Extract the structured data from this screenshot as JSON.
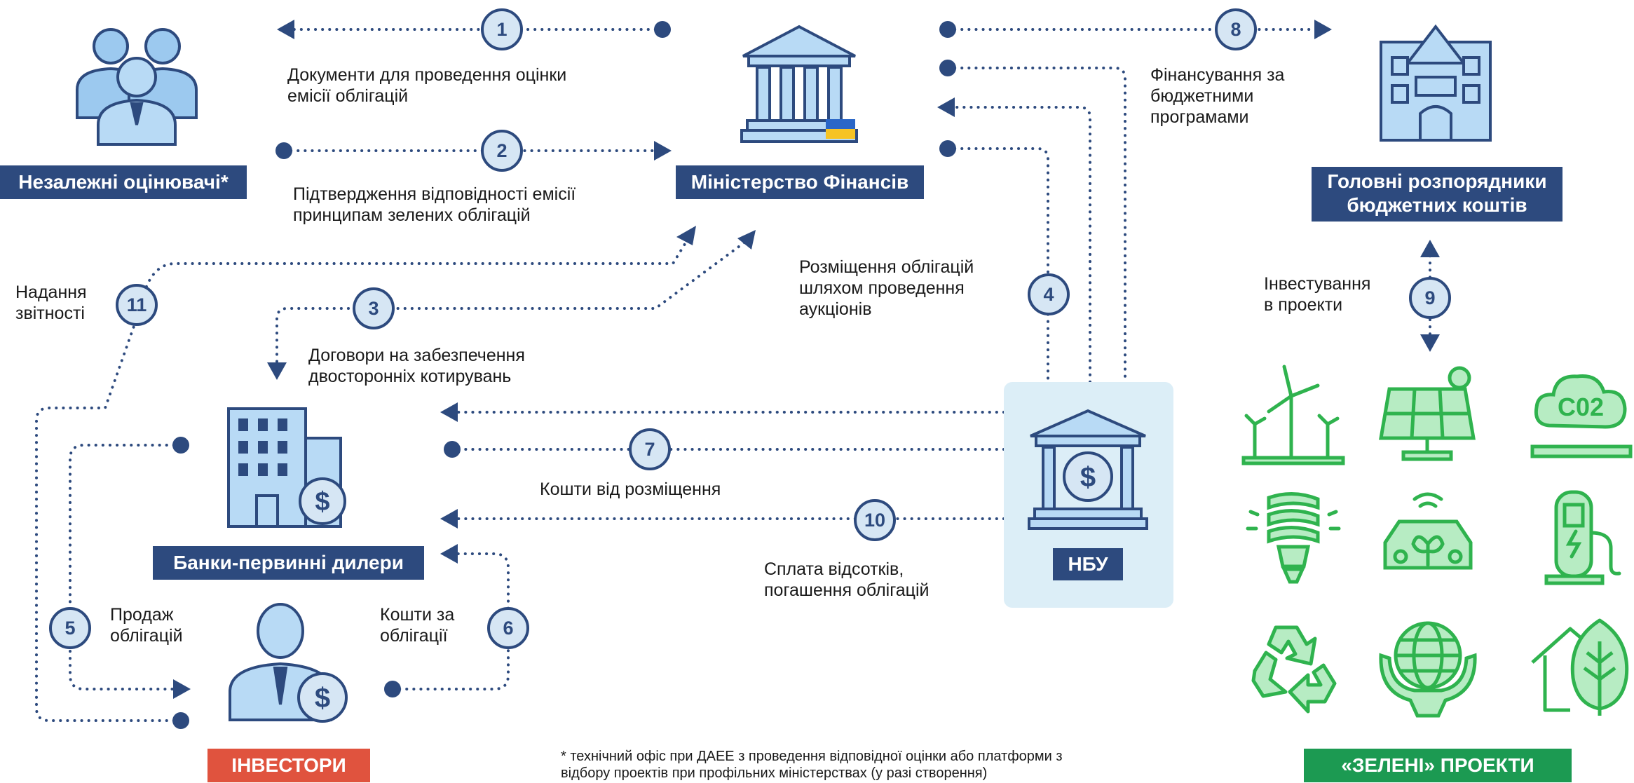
{
  "entities": {
    "evaluators": "Незалежні оцінювачі*",
    "ministry": "Міністерство Фінансів",
    "managers_line1": "Головні розпорядники",
    "managers_line2": "бюджетних коштів",
    "banks": "Банки-первинні дилери",
    "nbu": "НБУ",
    "investors": "ІНВЕСТОРИ",
    "green": "«ЗЕЛЕНІ» ПРОЕКТИ"
  },
  "steps": [
    {
      "n": "1",
      "label": [
        "Документи для проведення оцінки",
        "емісії облігацій"
      ]
    },
    {
      "n": "2",
      "label": [
        "Підтвердження відповідності емісії",
        "принципам зелених облігацій"
      ]
    },
    {
      "n": "3",
      "label": [
        "Договори на забезпечення",
        "двосторонніх котирувань"
      ]
    },
    {
      "n": "4",
      "label": [
        "Розміщення облігацій",
        "шляхом проведення",
        "аукціонів"
      ]
    },
    {
      "n": "5",
      "label": [
        "Продаж",
        "облігацій"
      ]
    },
    {
      "n": "6",
      "label": [
        "Кошти за",
        "облігації"
      ]
    },
    {
      "n": "7",
      "label": [
        "Кошти від розміщення"
      ]
    },
    {
      "n": "8",
      "label": [
        "Фінансування за",
        "бюджетними",
        "програмами"
      ]
    },
    {
      "n": "9",
      "label": [
        "Інвестування",
        "в проекти"
      ]
    },
    {
      "n": "10",
      "label": [
        "Сплата відсотків,",
        "погашення облігацій"
      ]
    },
    {
      "n": "11",
      "label": [
        "Надання",
        "звітності"
      ]
    }
  ],
  "footnote": [
    "* технічний офіс при ДАЕЕ з проведення відповідної оцінки або платформи з",
    "відбору проектів при профільних міністерствах  (у разі створення)"
  ],
  "green_projects": [
    "wind-turbines-icon",
    "solar-panel-icon",
    "co2-cloud-icon",
    "energy-saving-bulb-icon",
    "electric-car-icon",
    "ev-charger-icon",
    "recycle-icon",
    "globe-in-hands-icon",
    "green-house-icon"
  ],
  "colors": {
    "navy": "#2d4a7e",
    "light_blue": "#d6e6f4",
    "nbu_panel": "#dceef7",
    "investors_red": "#e0533e",
    "green_label": "#1c9a52",
    "green_icon": "#2fb34e"
  }
}
